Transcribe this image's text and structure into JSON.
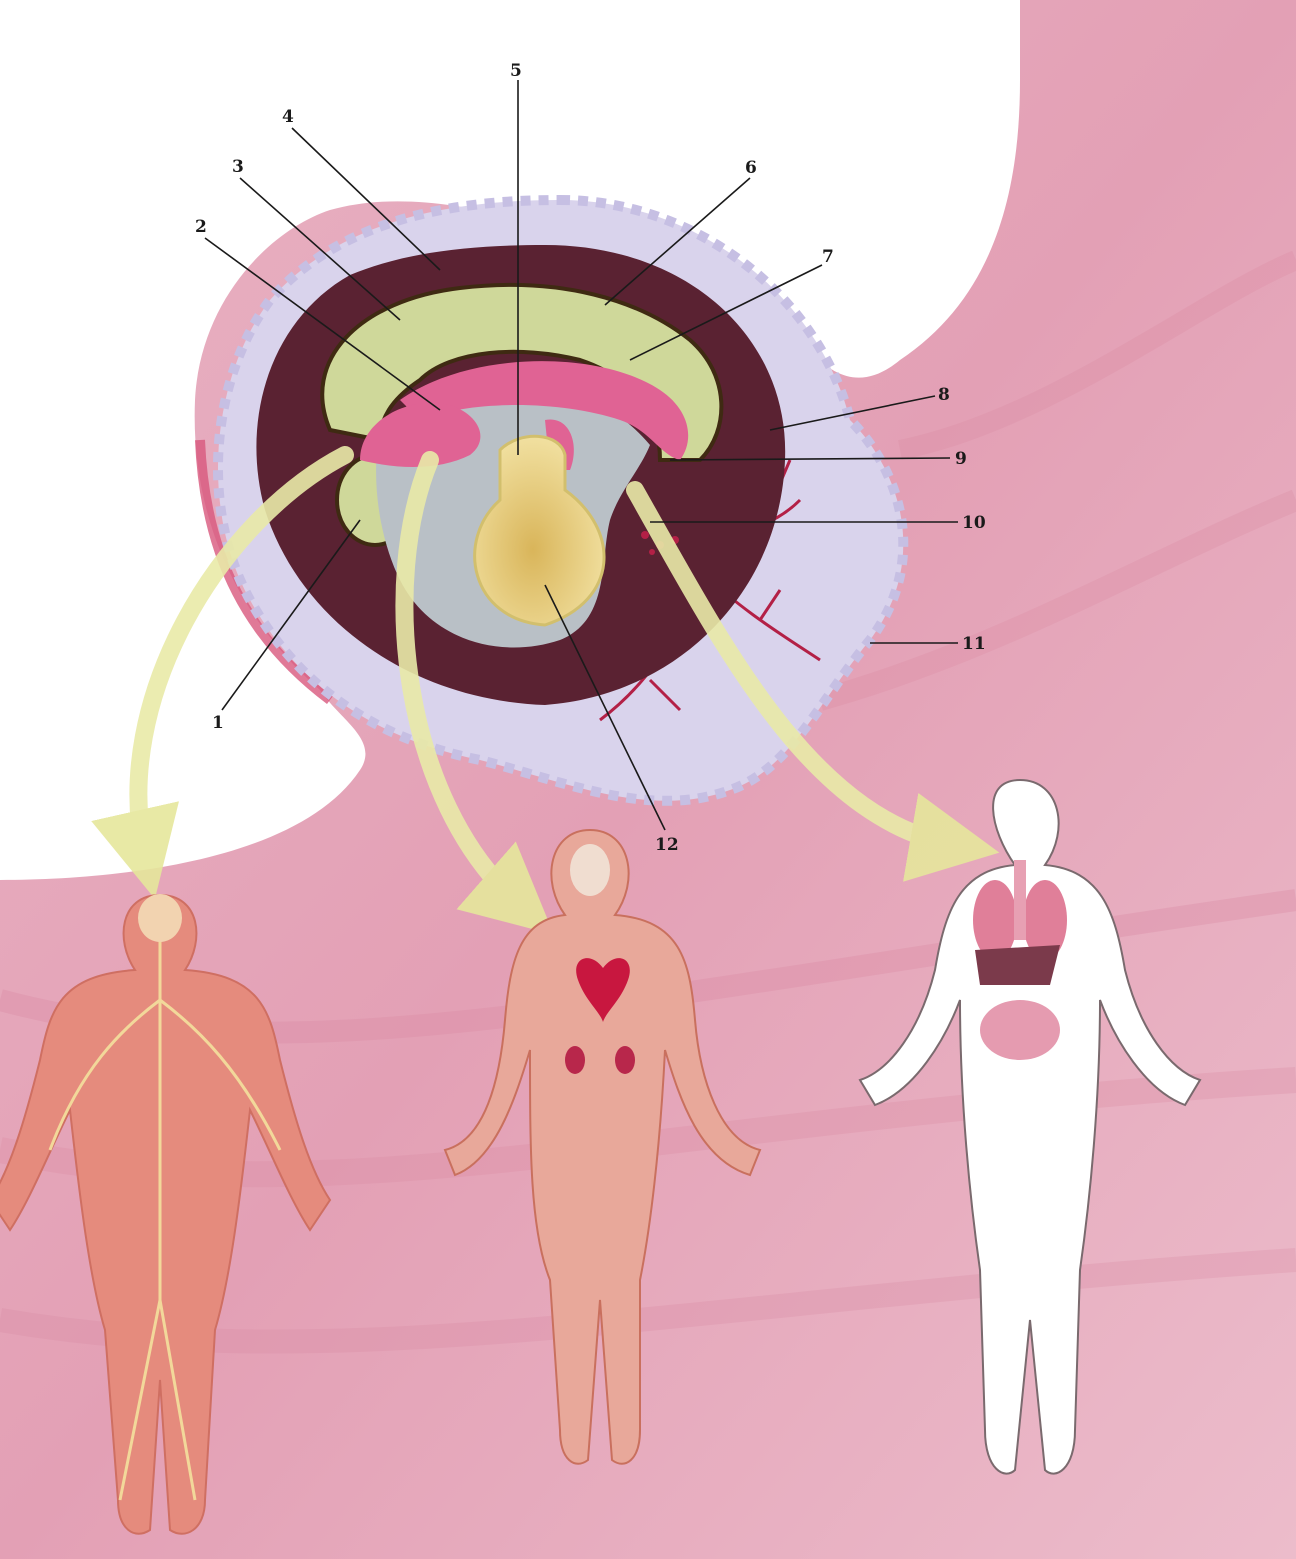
{
  "diagram": {
    "callouts": [
      {
        "id": "1",
        "label": "1"
      },
      {
        "id": "2",
        "label": "2"
      },
      {
        "id": "3",
        "label": "3"
      },
      {
        "id": "4",
        "label": "4"
      },
      {
        "id": "5",
        "label": "5"
      },
      {
        "id": "6",
        "label": "6"
      },
      {
        "id": "7",
        "label": "7"
      },
      {
        "id": "8",
        "label": "8"
      },
      {
        "id": "9",
        "label": "9"
      },
      {
        "id": "10",
        "label": "10"
      },
      {
        "id": "11",
        "label": "11"
      },
      {
        "id": "12",
        "label": "12"
      }
    ],
    "figures": [
      {
        "id": "nervous",
        "subject": "nervous-system-figure"
      },
      {
        "id": "musculoskeletal",
        "subject": "muscle-skeleton-circulatory-figure"
      },
      {
        "id": "visceral",
        "subject": "internal-organs-figure"
      }
    ],
    "colors": {
      "uterine_wall": "#e7a6ba",
      "chorion": "#d9d2ec",
      "amniotic_cavity": "#5a2232",
      "ectoderm": "#cfd89a",
      "mesoderm": "#e06394",
      "endoderm": "#e8cf7a",
      "arrow": "#e9eaa8"
    }
  }
}
